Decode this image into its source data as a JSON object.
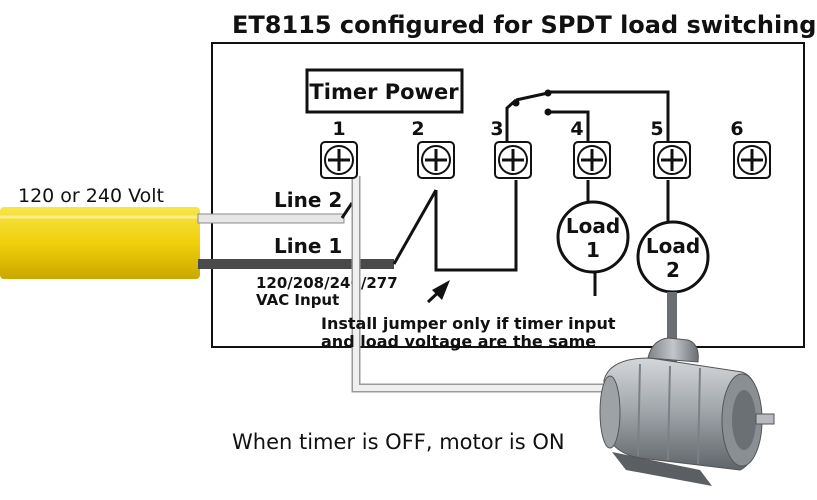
{
  "title": "ET8115 configured for SPDT load switching",
  "timer_power_label": "Timer Power",
  "terminals": [
    "1",
    "2",
    "3",
    "4",
    "5",
    "6"
  ],
  "cable_label": "120 or 240 Volt",
  "line2_label": "Line 2",
  "line1_label": "Line 1",
  "vac_input_line1": "120/208/240/277",
  "vac_input_line2": "VAC Input",
  "jumper_note_line1": "Install jumper only if timer input",
  "jumper_note_line2": "and load voltage are the same",
  "load1_label": [
    "Load",
    "1"
  ],
  "load2_label": [
    "Load",
    "2"
  ],
  "caption": "When timer is OFF, motor is ON",
  "colors": {
    "cable_yellow": "#f2d20f",
    "wire_dark": "#4a4a4a",
    "wire_light": "#e8e8e8",
    "motor_gray": "#9aa0a6"
  }
}
